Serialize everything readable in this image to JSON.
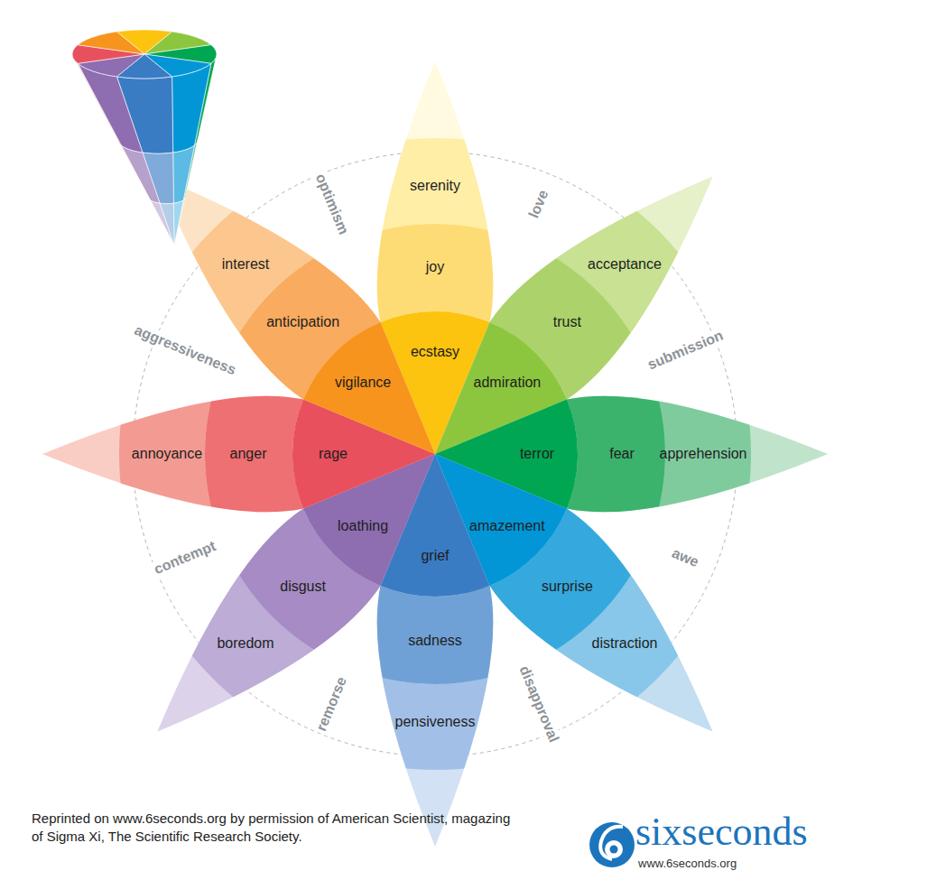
{
  "diagram": {
    "nodes": [
      {
        "text": [
          "serenity"
        ]
      },
      {
        "text": [
          "joy"
        ]
      },
      {
        "text": [
          "ecstasy"
        ]
      },
      {
        "text": [
          "acceptance"
        ]
      },
      {
        "text": [
          "trust"
        ]
      },
      {
        "text": [
          "admiration"
        ]
      },
      {
        "text": [
          "apprehension"
        ]
      },
      {
        "text": [
          "fear"
        ]
      },
      {
        "text": [
          "terror"
        ]
      },
      {
        "text": [
          "distraction"
        ]
      },
      {
        "text": [
          "surprise"
        ]
      },
      {
        "text": [
          "amazement"
        ]
      },
      {
        "text": [
          "pensiveness"
        ]
      },
      {
        "text": [
          "sadness"
        ]
      },
      {
        "text": [
          "grief"
        ]
      },
      {
        "text": [
          "boredom"
        ]
      },
      {
        "text": [
          "disgust"
        ]
      },
      {
        "text": [
          "loathing"
        ]
      },
      {
        "text": [
          "annoyance"
        ]
      },
      {
        "text": [
          "anger"
        ]
      },
      {
        "text": [
          "rage"
        ]
      },
      {
        "text": [
          "interest"
        ]
      },
      {
        "text": [
          "anticipation"
        ]
      },
      {
        "text": [
          "vigilance"
        ]
      }
    ],
    "labels": [
      "optimism",
      "love",
      "submission",
      "awe",
      "disapproval",
      "remorse",
      "contempt",
      "aggressiveness",
      "Reprinted on www.6seconds.org by permission of American Scientist, magazing of Sigma Xi, The Scientific Research Society.",
      "sixseconds",
      "www.6seconds.org"
    ]
  }
}
